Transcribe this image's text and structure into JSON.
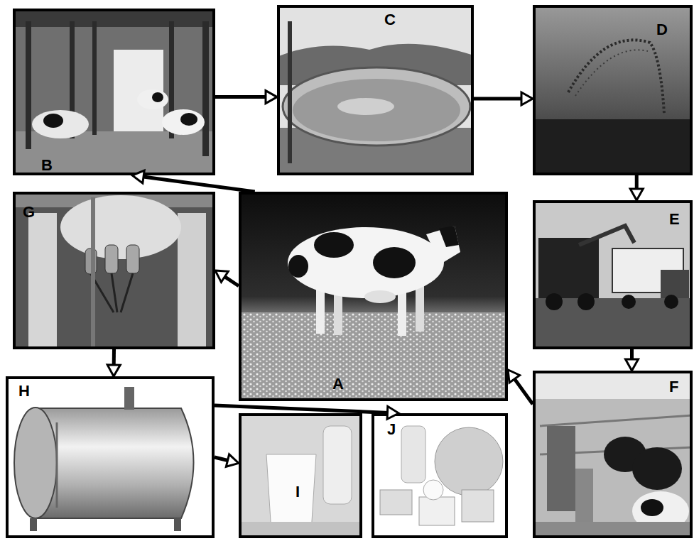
{
  "diagram": {
    "nodes": [
      {
        "text": [
          "B"
        ]
      },
      {
        "text": [
          "C"
        ]
      },
      {
        "text": [
          "D"
        ]
      },
      {
        "text": [
          "G"
        ]
      },
      {
        "text": [
          "A"
        ]
      },
      {
        "text": [
          "E"
        ]
      },
      {
        "text": [
          "H"
        ]
      },
      {
        "text": [
          "I"
        ]
      },
      {
        "text": [
          "J"
        ]
      },
      {
        "text": [
          "F"
        ]
      }
    ],
    "edges": [
      {
        "from": 4,
        "to": 0,
        "arrow": "to"
      },
      {
        "from": 0,
        "to": 1,
        "arrow": "to"
      },
      {
        "from": 1,
        "to": 2,
        "arrow": "to"
      },
      {
        "from": 2,
        "to": 5,
        "arrow": "to"
      },
      {
        "from": 5,
        "to": 9,
        "arrow": "to"
      },
      {
        "from": 9,
        "to": 4,
        "arrow": "to"
      },
      {
        "from": 4,
        "to": 3,
        "arrow": "to"
      },
      {
        "from": 3,
        "to": 6,
        "arrow": "to"
      },
      {
        "from": 6,
        "to": 7,
        "arrow": "to"
      },
      {
        "from": 6,
        "to": 8,
        "arrow": "to"
      }
    ]
  }
}
